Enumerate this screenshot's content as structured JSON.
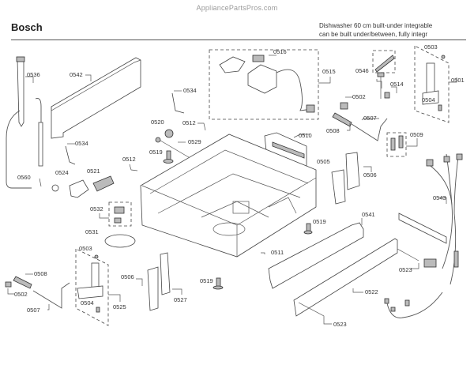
{
  "watermark": "AppliancePartsPros.com",
  "header": {
    "brand": "Bosch",
    "subtitle_line1": "Dishwasher 60 cm built-under integrable",
    "subtitle_line2": "can be built under/between, fully integr"
  },
  "diagram": {
    "title": "Base / Bottom Assembly Exploded View",
    "labels": {
      "p0536": "0536",
      "p0542": "0542",
      "p0516": "0516",
      "p0515": "0515",
      "p0546": "0546",
      "p0514": "0514",
      "p0503a": "0503",
      "p0501": "0501",
      "p0504a": "0504",
      "p0502a": "0502",
      "p0507a": "0507",
      "p0508a": "0508",
      "p0509": "0509",
      "p0534a": "0534",
      "p0520": "0520",
      "p0512a": "0512",
      "p0529": "0529",
      "p0519a": "0519",
      "p0510": "0510",
      "p0534b": "0534",
      "p0524": "0524",
      "p0521": "0521",
      "p0512b": "0512",
      "p0560": "0560",
      "p0505": "0505",
      "p0506a": "0506",
      "p0543": "0543",
      "p0532": "0532",
      "p0519b": "0519",
      "p0541": "0541",
      "p0531": "0531",
      "p0503b": "0503",
      "p0511": "0511",
      "p0508b": "0508",
      "p0502b": "0502",
      "p0507b": "0507",
      "p0504b": "0504",
      "p0525": "0525",
      "p0506b": "0506",
      "p0527": "0527",
      "p0519c": "0519",
      "p0523a": "0523",
      "p0522": "0522",
      "p0523b": "0523"
    }
  }
}
